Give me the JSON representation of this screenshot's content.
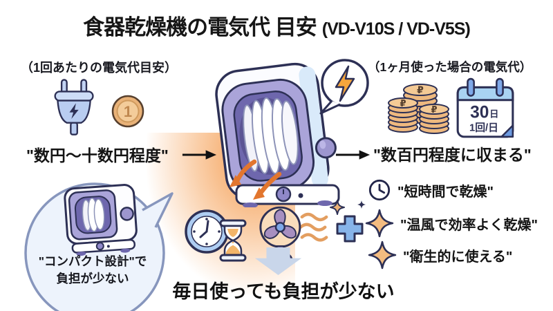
{
  "title": {
    "main": "食器乾燥機の電気代 目安",
    "model": "(VD-V10S / VD-V5S)"
  },
  "per_use": {
    "label": "（1回あたりの電気代目安）",
    "value": "\"数円〜十数円程度\"",
    "coin_value": "1"
  },
  "monthly": {
    "label": "（1ヶ月使った場合の電気代）",
    "value": "\"数百円程度に収まる\"",
    "coin_symbol": "₽",
    "calendar": {
      "days": "30",
      "unit": "日",
      "freq": "1回/日"
    }
  },
  "compact_bubble": {
    "line1": "\"コンパクト設計\"で",
    "line2": "負担が少ない"
  },
  "features": [
    {
      "icon": "clock-icon",
      "text": "\"短時間で乾燥\""
    },
    {
      "icon": "sparkle-icon",
      "text": "\"温風で効率よく乾燥\""
    },
    {
      "icon": "sparkle-icon",
      "text": "\"衛生的に使える\""
    }
  ],
  "conclusion": "毎日使っても負担が少ない",
  "colors": {
    "icon_navy": "#2d3055",
    "accent_orange": "#e2762e",
    "glow_orange": "#f39544",
    "soft_blue": "#aecdf2",
    "purple": "#aaa4d9",
    "coin_gold": "#eeb97f",
    "bubble_fill": "#edf3fc",
    "bubble_stroke": "#8796bd"
  }
}
